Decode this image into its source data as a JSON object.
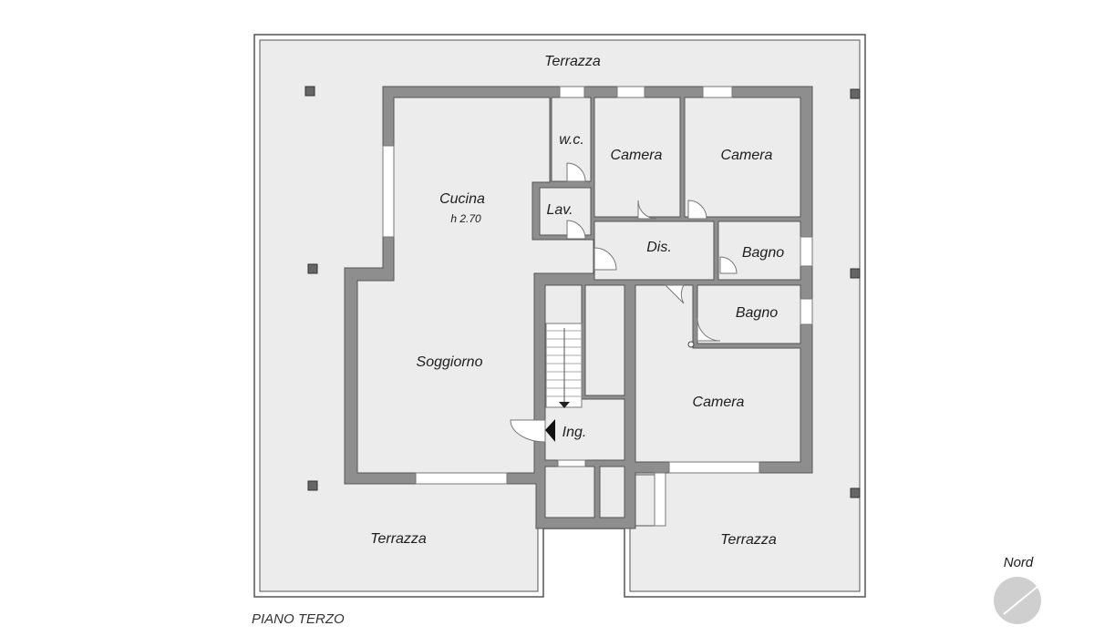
{
  "plan": {
    "floor_title": "PIANO TERZO",
    "north_label": "Nord",
    "rooms": {
      "terrazza_north": "Terrazza",
      "terrazza_sw": "Terrazza",
      "terrazza_se": "Terrazza",
      "cucina": "Cucina",
      "cucina_height": "h 2.70",
      "soggiorno": "Soggiorno",
      "wc": "w.c.",
      "lavanderia": "Lav.",
      "camera_1": "Camera",
      "camera_2": "Camera",
      "camera_3": "Camera",
      "disimpegno": "Dis.",
      "bagno_1": "Bagno",
      "bagno_2": "Bagno",
      "ingresso": "Ing."
    },
    "colors": {
      "wall": "#8e8e8e",
      "wall_outline": "#555555",
      "terrace_fill": "#ececec",
      "room_fill": "#ececec",
      "column": "#666666",
      "compass": "#cfcfcf"
    }
  }
}
